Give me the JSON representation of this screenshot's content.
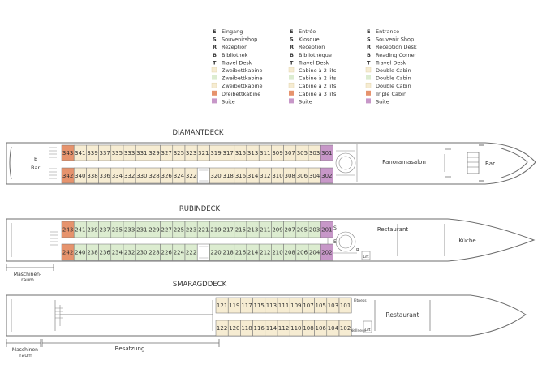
{
  "colors": {
    "double": "#f6ecd2",
    "twin": "#dcecd0",
    "triple": "#e6936d",
    "suite": "#c797c8",
    "line": "#6e6e6e",
    "text": "#333333"
  },
  "legend": {
    "columns": [
      {
        "items": [
          {
            "key": "E",
            "label": "Eingang"
          },
          {
            "key": "S",
            "label": "Souvenirshop"
          },
          {
            "key": "R",
            "label": "Rezeption"
          },
          {
            "key": "B",
            "label": "Bibliothek"
          },
          {
            "key": "T",
            "label": "Travel Desk"
          },
          {
            "swatch": "double",
            "label": "Zweibettkabine"
          },
          {
            "swatch": "twin",
            "label": "Zweibettkabine"
          },
          {
            "swatch": "double",
            "label": "Zweibettkabine"
          },
          {
            "swatch": "triple",
            "label": "Dreibettkabine"
          },
          {
            "swatch": "suite",
            "label": "Suite"
          }
        ]
      },
      {
        "items": [
          {
            "key": "E",
            "label": "Entrée"
          },
          {
            "key": "S",
            "label": "Kiosque"
          },
          {
            "key": "R",
            "label": "Réception"
          },
          {
            "key": "B",
            "label": "Bibliothèque"
          },
          {
            "key": "T",
            "label": "Travel Desk"
          },
          {
            "swatch": "double",
            "label": "Cabine à 2 lits"
          },
          {
            "swatch": "twin",
            "label": "Cabine à 2 lits"
          },
          {
            "swatch": "double",
            "label": "Cabine à 2 lits"
          },
          {
            "swatch": "triple",
            "label": "Cabine à 3 lits"
          },
          {
            "swatch": "suite",
            "label": "Suite"
          }
        ]
      },
      {
        "items": [
          {
            "key": "E",
            "label": "Entrance"
          },
          {
            "key": "S",
            "label": "Souvenir Shop"
          },
          {
            "key": "R",
            "label": "Reception Desk"
          },
          {
            "key": "B",
            "label": "Reading Corner"
          },
          {
            "key": "T",
            "label": "Travel Desk"
          },
          {
            "swatch": "double",
            "label": "Double Cabin"
          },
          {
            "swatch": "twin",
            "label": "Double Cabin"
          },
          {
            "swatch": "double",
            "label": "Double Cabin"
          },
          {
            "swatch": "triple",
            "label": "Triple Cabin"
          },
          {
            "swatch": "suite",
            "label": "Suite"
          }
        ]
      }
    ]
  },
  "decks": {
    "diamant": {
      "title": "DIAMANTDECK",
      "top": [
        {
          "n": "343",
          "t": "triple"
        },
        {
          "n": "341",
          "t": "double"
        },
        {
          "n": "339",
          "t": "double"
        },
        {
          "n": "337",
          "t": "double"
        },
        {
          "n": "335",
          "t": "double"
        },
        {
          "n": "333",
          "t": "double"
        },
        {
          "n": "331",
          "t": "double"
        },
        {
          "n": "329",
          "t": "double"
        },
        {
          "n": "327",
          "t": "double"
        },
        {
          "n": "325",
          "t": "double"
        },
        {
          "n": "323",
          "t": "double"
        },
        {
          "n": "321",
          "t": "double"
        },
        {
          "n": "319",
          "t": "double"
        },
        {
          "n": "317",
          "t": "double"
        },
        {
          "n": "315",
          "t": "double"
        },
        {
          "n": "313",
          "t": "double"
        },
        {
          "n": "311",
          "t": "double"
        },
        {
          "n": "309",
          "t": "double"
        },
        {
          "n": "307",
          "t": "double"
        },
        {
          "n": "305",
          "t": "double"
        },
        {
          "n": "303",
          "t": "double"
        },
        {
          "n": "301",
          "t": "suite"
        }
      ],
      "bottom": [
        {
          "n": "342",
          "t": "triple"
        },
        {
          "n": "340",
          "t": "double"
        },
        {
          "n": "338",
          "t": "double"
        },
        {
          "n": "336",
          "t": "double"
        },
        {
          "n": "334",
          "t": "double"
        },
        {
          "n": "332",
          "t": "double"
        },
        {
          "n": "330",
          "t": "double"
        },
        {
          "n": "328",
          "t": "double"
        },
        {
          "n": "326",
          "t": "double"
        },
        {
          "n": "324",
          "t": "double"
        },
        {
          "n": "322",
          "t": "double"
        },
        {
          "n": "",
          "t": "gap"
        },
        {
          "n": "320",
          "t": "double"
        },
        {
          "n": "318",
          "t": "double"
        },
        {
          "n": "316",
          "t": "double"
        },
        {
          "n": "314",
          "t": "double"
        },
        {
          "n": "312",
          "t": "double"
        },
        {
          "n": "310",
          "t": "double"
        },
        {
          "n": "308",
          "t": "double"
        },
        {
          "n": "306",
          "t": "double"
        },
        {
          "n": "304",
          "t": "double"
        },
        {
          "n": "302",
          "t": "suite"
        }
      ],
      "rooms": {
        "left_key": "B",
        "left": "Bar",
        "salon": "Panoramasalon",
        "right": "Bar"
      }
    },
    "rubin": {
      "title": "RUBINDECK",
      "top": [
        {
          "n": "243",
          "t": "triple"
        },
        {
          "n": "241",
          "t": "twin"
        },
        {
          "n": "239",
          "t": "twin"
        },
        {
          "n": "237",
          "t": "twin"
        },
        {
          "n": "235",
          "t": "twin"
        },
        {
          "n": "233",
          "t": "twin"
        },
        {
          "n": "231",
          "t": "twin"
        },
        {
          "n": "229",
          "t": "twin"
        },
        {
          "n": "227",
          "t": "twin"
        },
        {
          "n": "225",
          "t": "twin"
        },
        {
          "n": "223",
          "t": "twin"
        },
        {
          "n": "221",
          "t": "twin"
        },
        {
          "n": "219",
          "t": "twin"
        },
        {
          "n": "217",
          "t": "twin"
        },
        {
          "n": "215",
          "t": "twin"
        },
        {
          "n": "213",
          "t": "twin"
        },
        {
          "n": "211",
          "t": "twin"
        },
        {
          "n": "209",
          "t": "twin"
        },
        {
          "n": "207",
          "t": "twin"
        },
        {
          "n": "205",
          "t": "twin"
        },
        {
          "n": "203",
          "t": "twin"
        },
        {
          "n": "201",
          "t": "suite"
        }
      ],
      "bottom": [
        {
          "n": "242",
          "t": "triple"
        },
        {
          "n": "240",
          "t": "twin"
        },
        {
          "n": "238",
          "t": "twin"
        },
        {
          "n": "236",
          "t": "twin"
        },
        {
          "n": "234",
          "t": "twin"
        },
        {
          "n": "232",
          "t": "twin"
        },
        {
          "n": "230",
          "t": "twin"
        },
        {
          "n": "228",
          "t": "twin"
        },
        {
          "n": "226",
          "t": "twin"
        },
        {
          "n": "224",
          "t": "twin"
        },
        {
          "n": "222",
          "t": "twin"
        },
        {
          "n": "",
          "t": "gap"
        },
        {
          "n": "220",
          "t": "twin"
        },
        {
          "n": "218",
          "t": "twin"
        },
        {
          "n": "216",
          "t": "twin"
        },
        {
          "n": "214",
          "t": "twin"
        },
        {
          "n": "212",
          "t": "twin"
        },
        {
          "n": "210",
          "t": "twin"
        },
        {
          "n": "208",
          "t": "twin"
        },
        {
          "n": "206",
          "t": "twin"
        },
        {
          "n": "204",
          "t": "twin"
        },
        {
          "n": "202",
          "t": "suite"
        }
      ],
      "rooms": {
        "s": "S",
        "e": "E",
        "r": "R",
        "lift": "Lift",
        "restaurant": "Restaurant",
        "kitchen": "Küche"
      },
      "engine": "Maschinen-\nraum"
    },
    "smaragd": {
      "title": "SMARAGDDECK",
      "top": [
        {
          "n": "121",
          "t": "double"
        },
        {
          "n": "119",
          "t": "double"
        },
        {
          "n": "117",
          "t": "double"
        },
        {
          "n": "115",
          "t": "double"
        },
        {
          "n": "113",
          "t": "double"
        },
        {
          "n": "111",
          "t": "double"
        },
        {
          "n": "109",
          "t": "double"
        },
        {
          "n": "107",
          "t": "double"
        },
        {
          "n": "105",
          "t": "double"
        },
        {
          "n": "103",
          "t": "double"
        },
        {
          "n": "101",
          "t": "double"
        }
      ],
      "bottom": [
        {
          "n": "122",
          "t": "double"
        },
        {
          "n": "120",
          "t": "double"
        },
        {
          "n": "118",
          "t": "double"
        },
        {
          "n": "116",
          "t": "double"
        },
        {
          "n": "114",
          "t": "double"
        },
        {
          "n": "112",
          "t": "double"
        },
        {
          "n": "110",
          "t": "double"
        },
        {
          "n": "108",
          "t": "double"
        },
        {
          "n": "106",
          "t": "double"
        },
        {
          "n": "104",
          "t": "double"
        },
        {
          "n": "102",
          "t": "double"
        }
      ],
      "rooms": {
        "fitness": "Fitness",
        "wellness": "Wellness",
        "lift": "Lift",
        "restaurant": "Restaurant"
      },
      "engine": "Maschinen-\nraum",
      "crew": "Besatzung"
    }
  }
}
